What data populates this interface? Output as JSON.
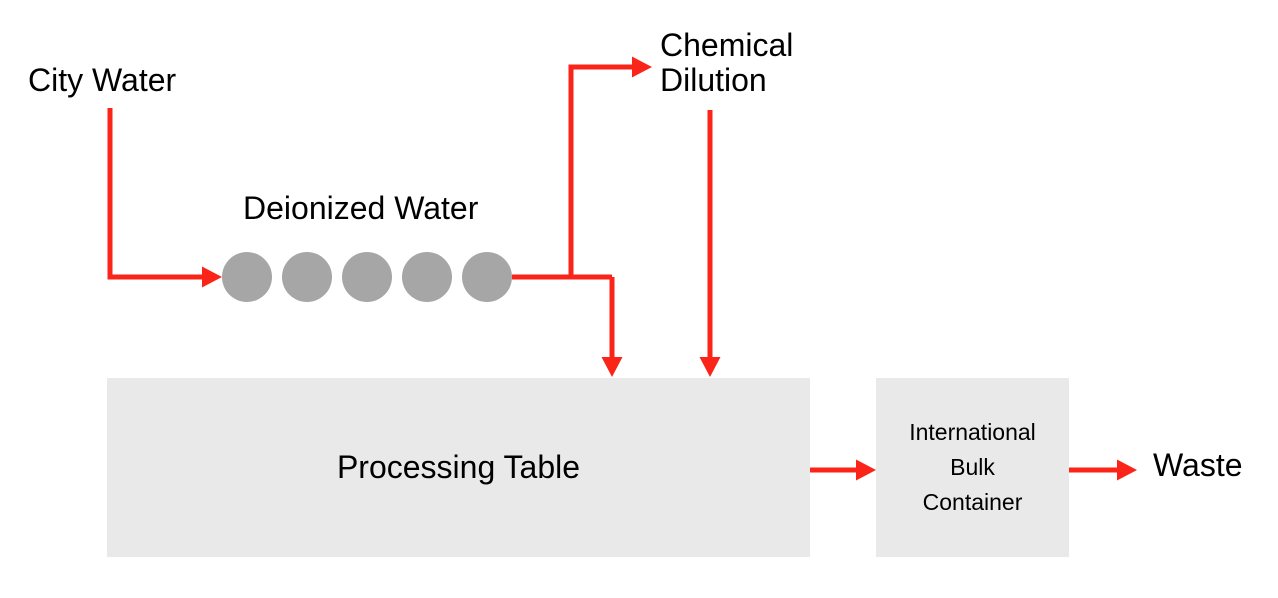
{
  "diagram": {
    "type": "process-flow",
    "colors": {
      "arrow": "#fb2418",
      "node_fill": "#e9e9e9",
      "circle_fill": "#a6a6a6",
      "text": "#000000",
      "background": "#ffffff"
    },
    "nodes": {
      "city_water": {
        "label": "City Water",
        "kind": "text-label"
      },
      "deionized_water": {
        "label": "Deionized Water",
        "kind": "circle-row",
        "circle_count": 5
      },
      "chemical_dilution": {
        "label": "Chemical Dilution",
        "lines": [
          "Chemical",
          "Dilution"
        ],
        "kind": "text-label"
      },
      "processing_table": {
        "label": "Processing Table",
        "kind": "box"
      },
      "international_bulk_container": {
        "label": "International Bulk Container",
        "lines": [
          "International",
          "Bulk",
          "Container"
        ],
        "kind": "box"
      },
      "waste": {
        "label": "Waste",
        "kind": "text-label"
      }
    },
    "flows": [
      {
        "from": "City Water",
        "to": "Deionized Water"
      },
      {
        "from": "Deionized Water",
        "to": "Chemical Dilution"
      },
      {
        "from": "Deionized Water",
        "to": "Processing Table"
      },
      {
        "from": "Chemical Dilution",
        "to": "Processing Table"
      },
      {
        "from": "Processing Table",
        "to": "International Bulk Container"
      },
      {
        "from": "International Bulk Container",
        "to": "Waste"
      }
    ]
  }
}
